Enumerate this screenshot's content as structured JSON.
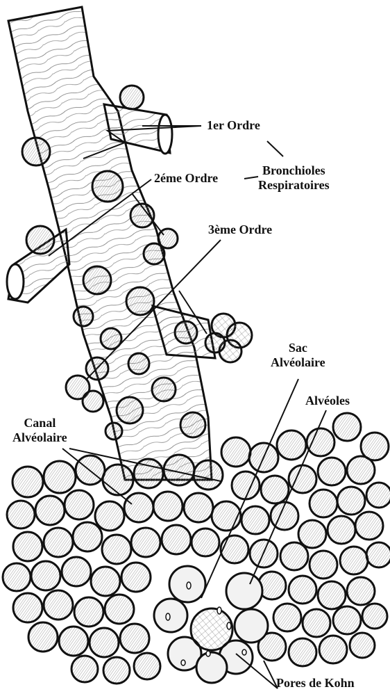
{
  "labels": {
    "first_order": "1er Ordre",
    "second_order": "2éme Ordre",
    "third_order": "3ème Ordre",
    "bronchioles_line1": "Bronchioles",
    "bronchioles_line2": "Respiratoires",
    "sac_line1": "Sac",
    "sac_line2": "Alvéolaire",
    "alveoles": "Alvéoles",
    "canal_line1": "Canal",
    "canal_line2": "Alvéolaire",
    "pores": "Pores de Kohn"
  },
  "colors": {
    "ink": "#111111",
    "paper": "#ffffff",
    "hatch": "#555555",
    "alveolus_fill": "#e6e6e6"
  }
}
